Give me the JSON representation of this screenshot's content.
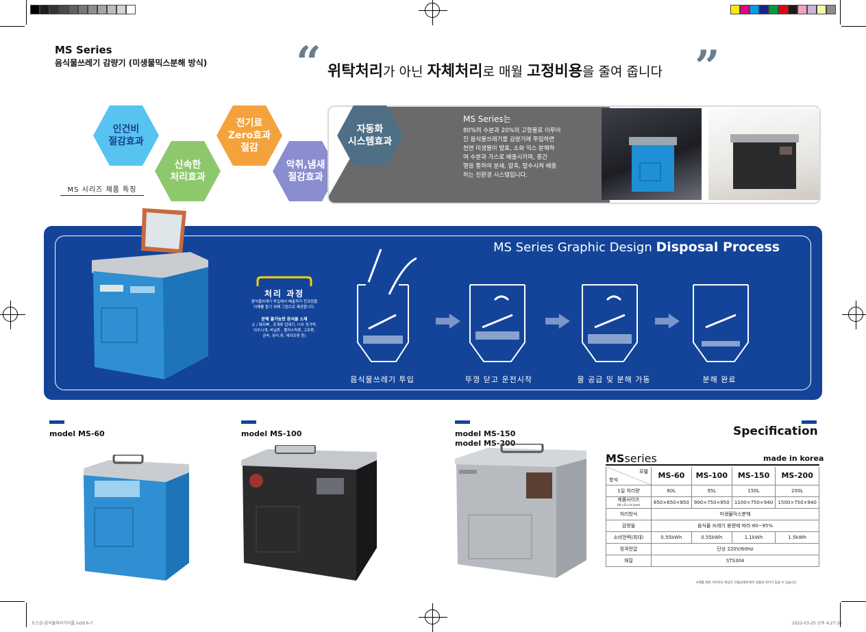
{
  "header": {
    "series_title": "MS Series",
    "series_subtitle": "음식물쓰레기 감량기 (미생물믹스분해 방식)",
    "open_quote": "“",
    "close_quote": "”",
    "slogan_part1": "위탁처리",
    "slogan_part2": "가 아닌 ",
    "slogan_part3": "자체처리",
    "slogan_part4": "로 매월 ",
    "slogan_part5": "고정비용",
    "slogan_part6": "을 줄여 줍니다"
  },
  "features": {
    "label": "MS 시리즈 제품 특징",
    "items": [
      {
        "line1": "인건비",
        "line2": "절감효과",
        "color": "#56c3f0",
        "text_color": "#1a3f8c"
      },
      {
        "line1": "신속한",
        "line2": "처리효과",
        "color": "#8dc86d",
        "text_color": "#ffffff"
      },
      {
        "line1": "전기료",
        "line2": "Zero효과",
        "line3": "절감",
        "color": "#f4a23c",
        "text_color": "#ffffff"
      },
      {
        "line1": "악취,냄새",
        "line2": "절감효과",
        "color": "#8a8ed0",
        "text_color": "#ffffff"
      },
      {
        "line1": "자동화",
        "line2": "시스템효과",
        "color": "#4f6f86",
        "text_color": "#ffffff"
      }
    ]
  },
  "banner": {
    "title": "MS Series는",
    "lines": [
      "80%의 수분과 20%의 고형물로 이루어",
      "진 음식물쓰레기를 감량기에 투입하면",
      "천연 미생물이 발효, 소화 믹스 분해하",
      "여 수분과 가스로  배출시키며, 중간",
      "멸을 통하여 분쇄, 압축, 탈수시켜 배출",
      "하는 친환경 시스템입니다."
    ]
  },
  "process": {
    "title_light": "MS Series Graphic Design ",
    "title_bold": "Disposal Process",
    "box_heading": "처리 과정",
    "box_text1": "음식물쓰레기 투입에서 배출까지 전과정을",
    "box_text2": "이해를 돕기 위해 그림으로 제공합니다.",
    "box_heading2": "분해 불가능한 음식물 소재",
    "box_text3": "소 / 돼지뼈 , 조개류 껍데기, 나무 젓가락,",
    "box_text4": "이쑤시개, 비닐류 , 플라스틱류, 고무류,",
    "box_text5": "금속, 유리,류, 테이프류 등)",
    "steps": [
      "음식물쓰레기 투입",
      "뚜껑 닫고 운전시작",
      "물 공급 및 분해 가동",
      "분해 완료"
    ],
    "panel_color": "#13449a"
  },
  "models": [
    {
      "label": "model MS-60"
    },
    {
      "label": "model MS-100"
    },
    {
      "label": "model MS-150"
    },
    {
      "label": "model MS-200"
    }
  ],
  "spec": {
    "title": "Specification",
    "brand_bold": "MS",
    "brand_rest": "series",
    "made": "made in korea",
    "corner_top": "모델",
    "corner_bottom": "항식",
    "columns": [
      "MS-60",
      "MS-100",
      "MS-150",
      "MS-200"
    ],
    "rows": [
      {
        "label": "1일 처리량",
        "values": [
          "60L",
          "95L",
          "150L",
          "200L"
        ]
      },
      {
        "label": "제품사이즈",
        "sublabel": "(W x D x H (mm)",
        "values": [
          "650×650×850",
          "900×750×850",
          "1100×750×940",
          "1500×750×940"
        ]
      },
      {
        "label": "처리방식",
        "merged": "미생물믹스분해"
      },
      {
        "label": "감량율",
        "merged": "음식물 쓰레기 용량에 따라 80~95%"
      },
      {
        "label": "소비전력(최대)",
        "values": [
          "0.55kWh",
          "0.55kWh",
          "1.1kWh",
          "1.5kWh"
        ]
      },
      {
        "label": "정격전압",
        "merged": "단상 220V/60Hz"
      },
      {
        "label": "재질",
        "merged": "STS304"
      }
    ],
    "note": "※제품 외관 이미지나 색상이 인쇄상태에 따라 실물과 차이가 있을 수 있습니다"
  },
  "footer": {
    "left": "도스감-음식물처리기리플.indd   6-7",
    "right": "2022-03-25   오후 4:27:34"
  },
  "reg_colors": [
    "#ffe800",
    "#e4007f",
    "#00a0e9",
    "#1d2088",
    "#009944",
    "#e60012",
    "#231815",
    "#f4a0c6",
    "#c8b4dc",
    "#f8f4a6",
    "#8c8c8c"
  ]
}
